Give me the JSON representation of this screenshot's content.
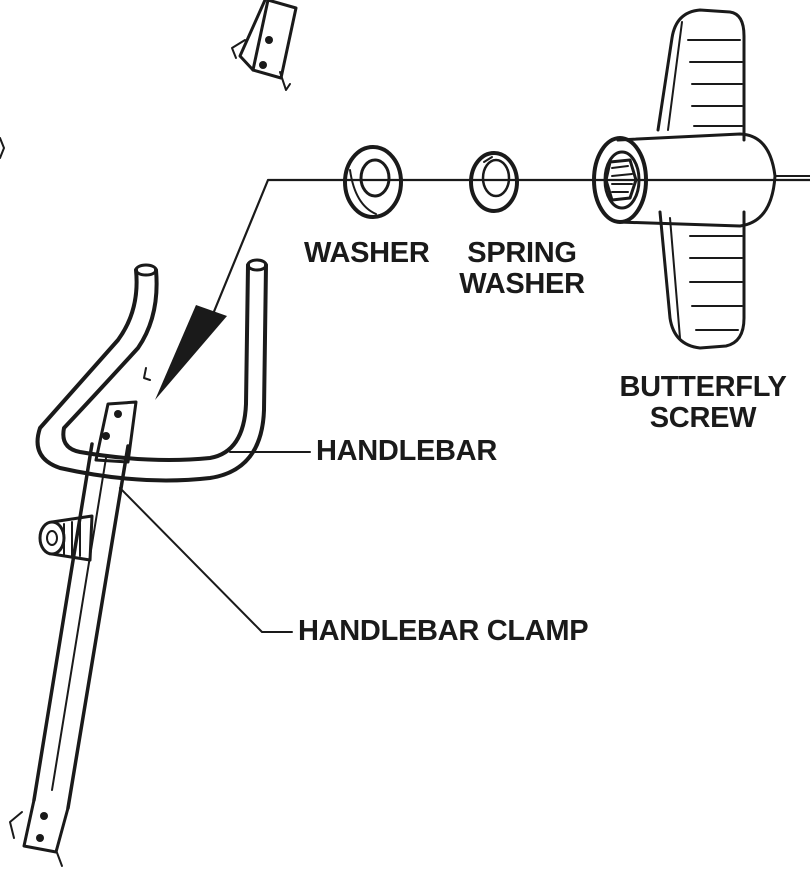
{
  "labels": {
    "washer": "WASHER",
    "spring_washer_line1": "SPRING",
    "spring_washer_line2": "WASHER",
    "butterfly_screw_line1": "BUTTERFLY",
    "butterfly_screw_line2": "SCREW",
    "handlebar": "HANDLEBAR",
    "handlebar_clamp": "HANDLEBAR CLAMP"
  },
  "colors": {
    "ink": "#1a1a1a",
    "background": "#ffffff"
  }
}
